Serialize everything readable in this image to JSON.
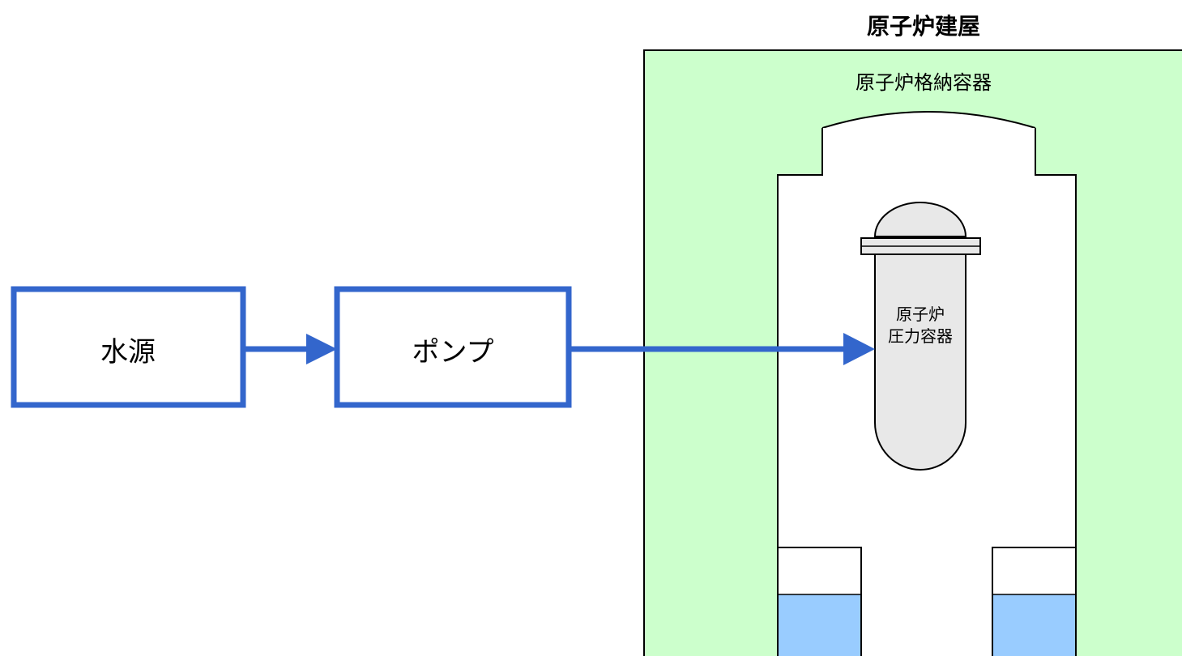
{
  "building": {
    "title": "原子炉建屋"
  },
  "containment": {
    "label": "原子炉格納容器"
  },
  "pressure_vessel": {
    "label_line1": "原子炉",
    "label_line2": "圧力容器"
  },
  "flow": {
    "source_label": "水源",
    "pump_label": "ポンプ"
  },
  "colors": {
    "building_fill": "#ccffcc",
    "flow_blue": "#3366cc",
    "vessel_fill": "#e8e8e8",
    "pool_water": "#99ccff"
  }
}
